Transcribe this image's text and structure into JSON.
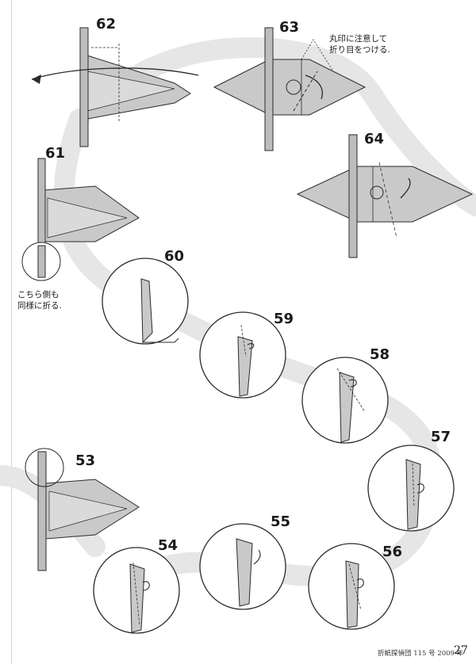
{
  "steps": {
    "s53": "53",
    "s54": "54",
    "s55": "55",
    "s56": "56",
    "s57": "57",
    "s58": "58",
    "s59": "59",
    "s60": "60",
    "s61": "61",
    "s62": "62",
    "s63": "63",
    "s64": "64"
  },
  "notes": {
    "circle_crease": "丸印に注意して\n折り目をつける.",
    "other_side": "こちら側も\n同様に折る."
  },
  "footer": {
    "publication": "折紙探偵団 115 号 2009 年",
    "page_number": "27"
  },
  "colors": {
    "paper_fill": "#c9c9c9",
    "paper_dark": "#9a9a9a",
    "path_band": "#e6e6e6",
    "line": "#2a2a2a"
  }
}
